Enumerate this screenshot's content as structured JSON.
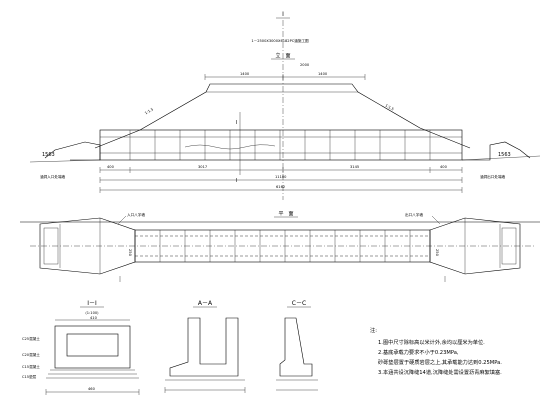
{
  "top": {
    "marker": "I",
    "title": "1－2500X3000X6182PC涵施工图",
    "elevation_label": "立　面",
    "crest_level": "2000"
  },
  "elevation": {
    "dims_top": [
      "1400",
      "1400"
    ],
    "slope_left": "1:1.5",
    "slope_right": "1:1.5",
    "section_mark": "I",
    "left_level": "1563",
    "right_level": "1563",
    "dim_left_pieces": [
      "400",
      "",
      "",
      "",
      "",
      ""
    ],
    "dim_mid_left": "3017",
    "dim_mid_right": "3145",
    "dim_right_piece": "400",
    "dim_total_1": "11100",
    "dim_total_2": "6162",
    "left_note": "涵洞入口处端墙",
    "right_note": "涵洞出口处端墙"
  },
  "plan": {
    "label": "平　面",
    "left_callout": "入口八字墙",
    "right_callout": "出口八字墙",
    "left_width": "250",
    "right_width": "250"
  },
  "section_i": {
    "title": "I－I",
    "scale": "(1:100)",
    "top_dim": "410",
    "layers": [
      "C25混凝土",
      "C20混凝土",
      "C15混凝土",
      "C15垫层"
    ],
    "bottom_dim": "460"
  },
  "section_a": {
    "title": "A－A"
  },
  "section_c": {
    "title": "C－C"
  },
  "notes": {
    "heading": "注:",
    "items": [
      "1.图中尺寸除标高以米计外,余均以厘米为单位.",
      "2.基底承载力要求不小于0.23MPa,",
      "  砂砾垫层置于硬质岩层之上,其承载能力达到0.25MPa.",
      "3.本涵共设沉降缝14道,沉降缝处需设置沥青麻絮填塞."
    ]
  }
}
